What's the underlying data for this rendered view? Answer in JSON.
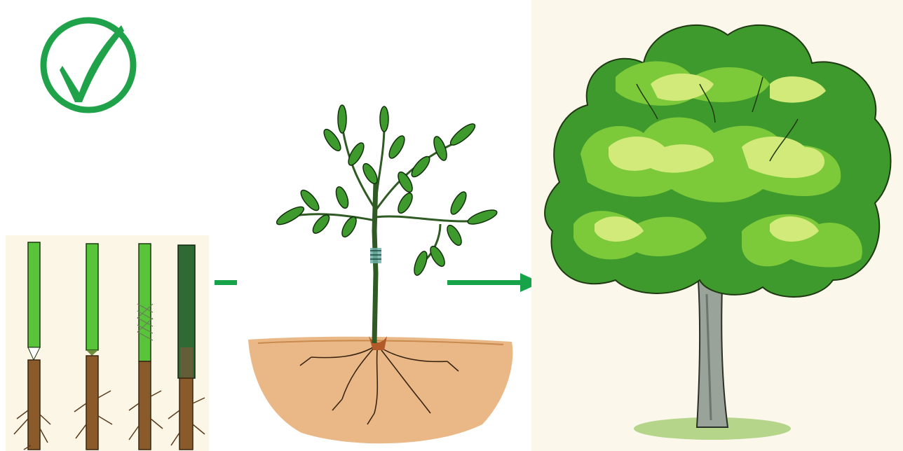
{
  "diagram": {
    "stages": [
      {
        "id": "grafted-cuttings",
        "icon": "grafted-stick-icon",
        "count": 4
      },
      {
        "id": "rooted-sapling",
        "icon": "sapling-icon"
      },
      {
        "id": "mature-tree",
        "icon": "tree-icon"
      }
    ],
    "arrows": [
      {
        "from": "grafted-cuttings",
        "to": "rooted-sapling"
      },
      {
        "from": "rooted-sapling",
        "to": "mature-tree"
      }
    ],
    "checkmark": {
      "icon": "check-circle-icon",
      "meaning": "correct"
    }
  },
  "colors": {
    "check_green": "#1fa24a",
    "arrow_green": "#16a34a",
    "scion_green": "#58c43a",
    "wrapped_graft": "#2f6a35",
    "rootstock_brown": "#8a5a2b",
    "soil": "#e8b07a",
    "trunk_gray": "#9aa39a",
    "canopy_dark": "#3f9a2e",
    "canopy_mid": "#7cc93a",
    "canopy_light": "#d2ea7a"
  }
}
